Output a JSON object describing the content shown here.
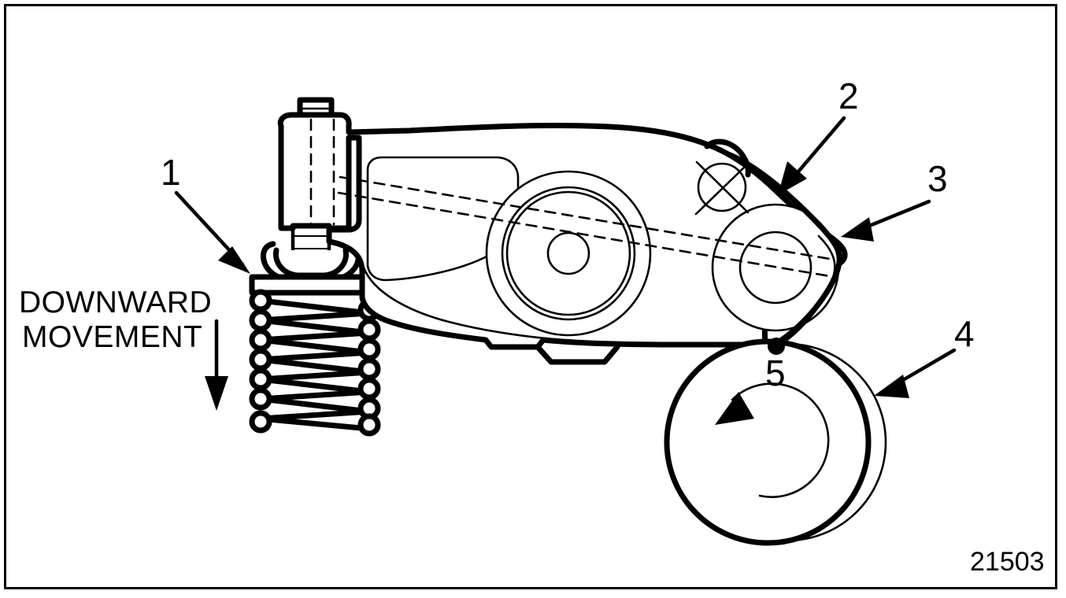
{
  "figure": {
    "number": "21503",
    "type": "engineering-line-drawing",
    "subject": "Rocker arm and cam valve train assembly"
  },
  "annotations": {
    "movement_label_line1": "DOWNWARD",
    "movement_label_line2": "MOVEMENT",
    "movement_arrow_direction": "down"
  },
  "callouts": [
    {
      "id": "1",
      "label": "1",
      "points_to": "valve-spring-retainer",
      "arrow_direction": "down-right"
    },
    {
      "id": "2",
      "label": "2",
      "points_to": "rocker-arm-upper-right-edge",
      "arrow_direction": "down-left"
    },
    {
      "id": "3",
      "label": "3",
      "points_to": "rocker-arm-roller-end-outer-edge",
      "arrow_direction": "down-left"
    },
    {
      "id": "4",
      "label": "4",
      "points_to": "camshaft-lobe",
      "arrow_direction": "up-left"
    },
    {
      "id": "5",
      "label": "5",
      "points_to": "roller-cam-contact-point",
      "arrow_direction": "none"
    }
  ],
  "parts": {
    "valve_spring": {
      "name": "valve-spring",
      "coils": 7
    },
    "spring_retainer": {
      "name": "spring-retainer-cap"
    },
    "adjusting_screw": {
      "name": "adjusting-screw"
    },
    "lock_nut": {
      "name": "lock-nut"
    },
    "swivel_foot": {
      "name": "swivel-foot"
    },
    "rocker_arm": {
      "name": "rocker-arm-body"
    },
    "pivot_bore": {
      "name": "rocker-shaft-pivot-bore"
    },
    "roller_bore": {
      "name": "roller-pin-bore"
    },
    "oil_hole_symbol": {
      "name": "oil-hole-cross-symbol"
    },
    "camshaft_lobe": {
      "name": "camshaft-lobe",
      "rotation": "counter-clockwise"
    },
    "base_circle": {
      "name": "cam-base-circle"
    },
    "centerline": {
      "name": "assembly-centerline",
      "style": "dashed"
    }
  },
  "colors": {
    "line": "#000000",
    "background": "#ffffff",
    "frame": "#000000"
  }
}
